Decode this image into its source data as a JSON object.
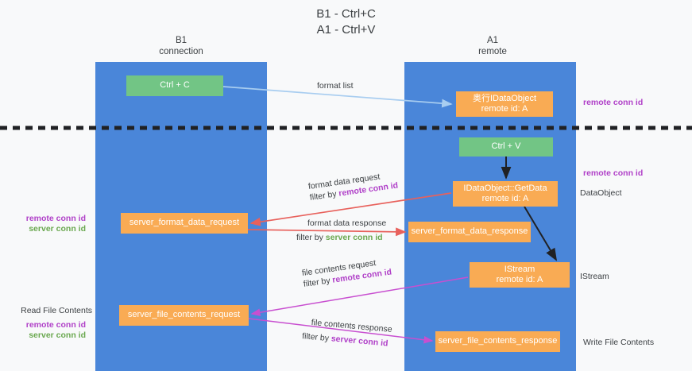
{
  "title": {
    "line1": "B1 - Ctrl+C",
    "line2": "A1 - Ctrl+V"
  },
  "lanes": [
    {
      "id": "b1",
      "name": "B1",
      "sub": "connection"
    },
    {
      "id": "a1",
      "name": "A1",
      "sub": "remote"
    }
  ],
  "nodes": {
    "ctrl_c": {
      "label": "Ctrl + C",
      "color": "#72c585"
    },
    "idataobject": {
      "line1": "奥行IDataObject",
      "line2": "remote id: A",
      "color": "#f9ab54"
    },
    "ctrl_v": {
      "label": "Ctrl + V",
      "color": "#72c585"
    },
    "getdata": {
      "line1": "IDataObject::GetData",
      "line2": "remote id: A",
      "color": "#f9ab54"
    },
    "server_format_data_request": {
      "label": "server_format_data_request",
      "color": "#f9ab54"
    },
    "server_format_data_response": {
      "label": "server_format_data_response",
      "color": "#f9ab54"
    },
    "istream": {
      "line1": "IStream",
      "line2": "remote id: A",
      "color": "#f9ab54"
    },
    "server_file_contents_request": {
      "label": "server_file_contents_request",
      "color": "#f9ab54"
    },
    "server_file_contents_response": {
      "label": "server_file_contents_response",
      "color": "#f9ab54"
    }
  },
  "edges": {
    "format_list": {
      "label": "format list",
      "color": "#a8cdf0"
    },
    "format_data_request": {
      "label": "format data request",
      "filter_prefix": "filter by ",
      "filter_key": "remote conn id",
      "color": "#e8615c"
    },
    "format_data_response": {
      "label": "format data response",
      "filter_prefix": "filter by ",
      "filter_key": "server conn id",
      "color": "#e8615c"
    },
    "file_contents_request": {
      "label": "file contents request",
      "filter_prefix": "filter by ",
      "filter_key": "remote conn id",
      "color": "#c84fd0"
    },
    "file_contents_response": {
      "label": "file contents response",
      "filter_prefix": "filter by ",
      "filter_key": "server conn id",
      "color": "#c84fd0"
    }
  },
  "margins": {
    "right_remote_conn_id_top": "remote conn id",
    "right_remote_conn_id_mid": "remote conn id",
    "right_dataobject": "DataObject",
    "right_istream": "IStream",
    "right_write_file_contents": "Write File Contents",
    "left_remote_conn_id_mid": "remote conn id",
    "left_server_conn_id_mid": "server conn id",
    "left_read_file_contents": "Read File Contents",
    "left_remote_conn_id_bottom": "remote conn id",
    "left_server_conn_id_bottom": "server conn id"
  },
  "colors": {
    "lane": "#4a86d9",
    "green_node": "#72c585",
    "orange_node": "#f9ab54",
    "purple_text": "#b040c8",
    "green_text": "#6aa84f",
    "red_arrow": "#e8615c",
    "purple_arrow": "#c84fd0",
    "light_blue_arrow": "#a8cdf0",
    "black_arrow": "#202124",
    "divider": "#202124",
    "background": "#f8f9fa"
  }
}
